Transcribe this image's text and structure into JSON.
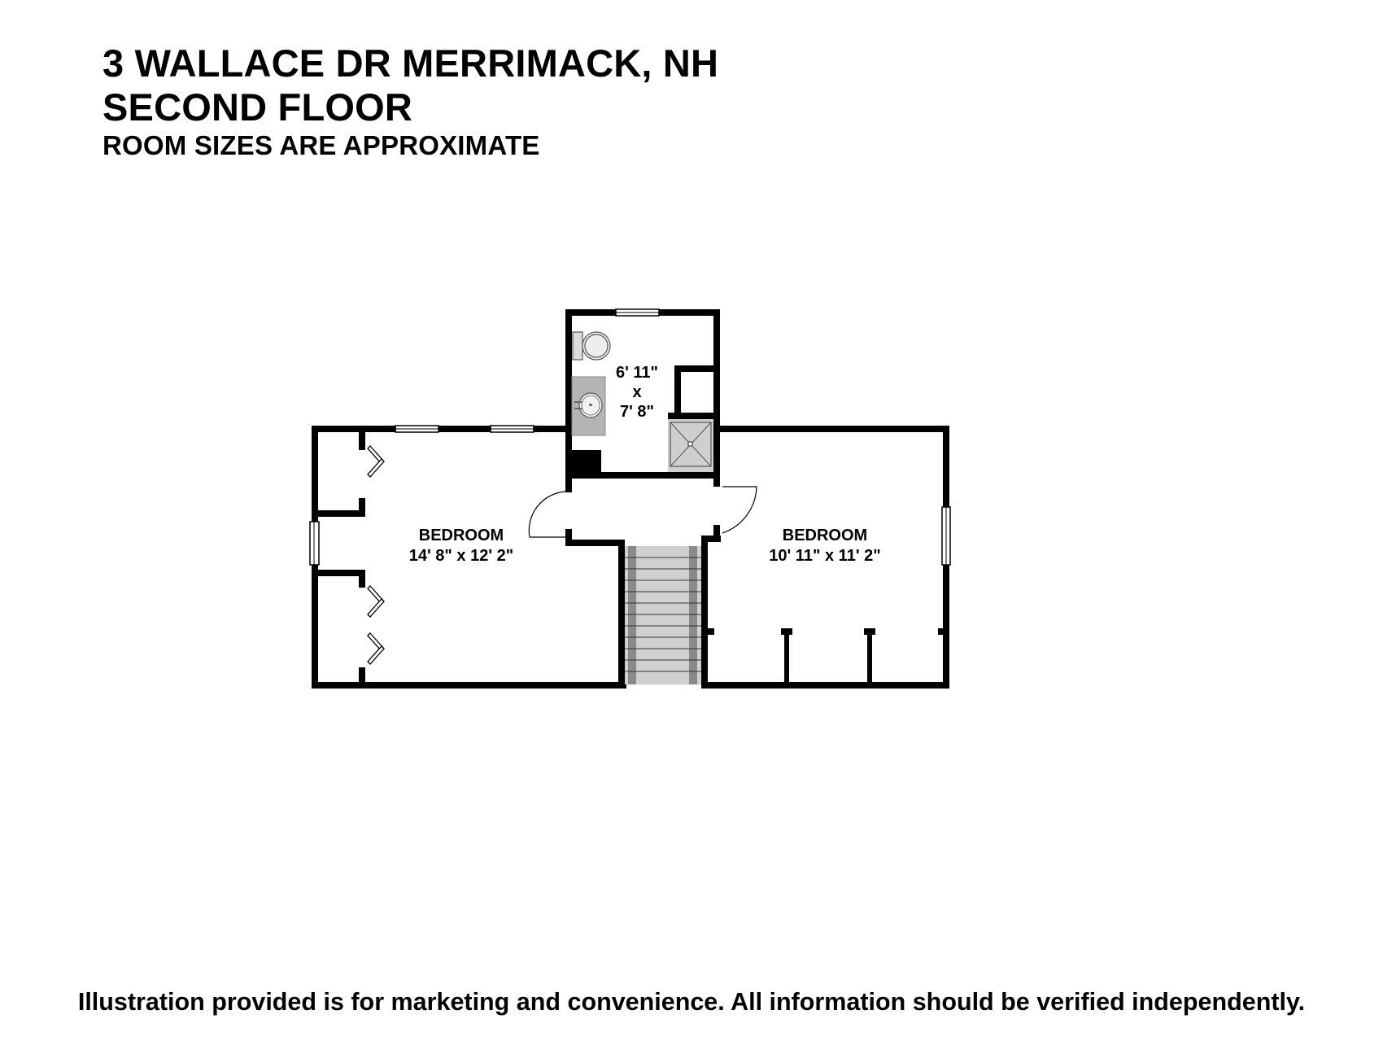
{
  "header": {
    "address": "3 WALLACE DR MERRIMACK, NH",
    "floor": "SECOND FLOOR",
    "note": "ROOM SIZES ARE APPROXIMATE"
  },
  "rooms": [
    {
      "name": "BEDROOM",
      "size": "14' 8\" x 12' 2\""
    },
    {
      "name": "BEDROOM",
      "size": "10' 11\" x 11' 2\""
    },
    {
      "name": "",
      "size_line1": "6' 11\"",
      "size_sep": "x",
      "size_line2": "7' 8\""
    }
  ],
  "fixtures": [
    "toilet-icon",
    "sink-icon",
    "shower-icon",
    "stairs-icon",
    "door-swing-icon",
    "bifold-closet-door-icon",
    "window-icon"
  ],
  "colors": {
    "wall": "#000000",
    "fixture_fill": "#d3d3d3",
    "counter": "#b4b4b4",
    "stair_rail": "#8a8a8a",
    "background": "#ffffff"
  },
  "footer": {
    "disclaimer": "Illustration provided is for marketing and convenience. All information should be verified independently."
  }
}
